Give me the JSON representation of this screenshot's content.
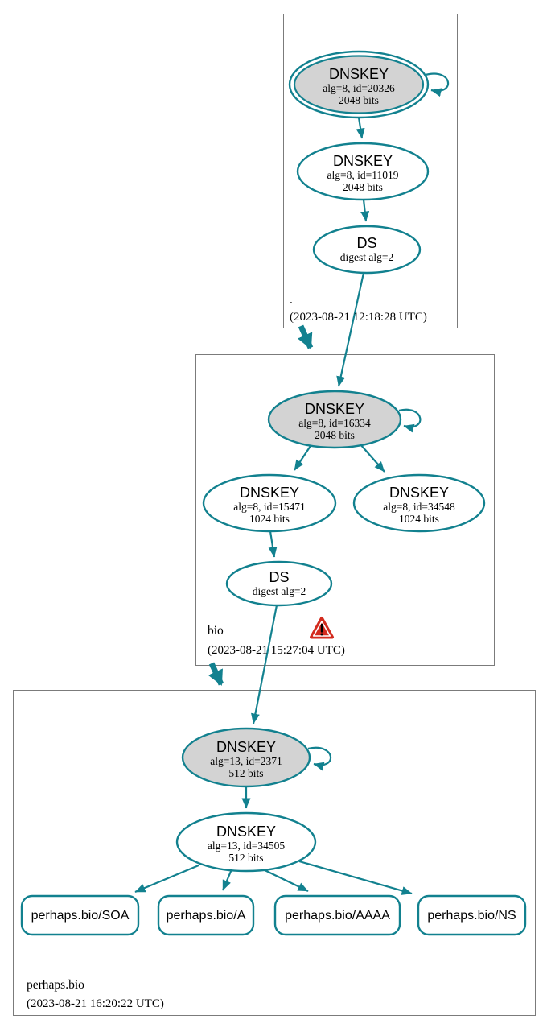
{
  "colors": {
    "edge_secure": "#12818f",
    "ksk_fill": "#d3d3d3",
    "zone_box_border": "#7b7b7b",
    "warning_red": "#d32b1e"
  },
  "zones": {
    "root": {
      "label": ".",
      "timestamp": "(2023-08-21 12:18:28 UTC)",
      "ksk": {
        "title": "DNSKEY",
        "line1": "alg=8, id=20326",
        "line2": "2048 bits"
      },
      "zsk": {
        "title": "DNSKEY",
        "line1": "alg=8, id=11019",
        "line2": "2048 bits"
      },
      "ds": {
        "title": "DS",
        "line1": "digest alg=2"
      }
    },
    "bio": {
      "label": "bio",
      "timestamp": "(2023-08-21 15:27:04 UTC)",
      "warning_icon": "warning-triangle",
      "ksk": {
        "title": "DNSKEY",
        "line1": "alg=8, id=16334",
        "line2": "2048 bits"
      },
      "zsk1": {
        "title": "DNSKEY",
        "line1": "alg=8, id=15471",
        "line2": "1024 bits"
      },
      "zsk2": {
        "title": "DNSKEY",
        "line1": "alg=8, id=34548",
        "line2": "1024 bits"
      },
      "ds": {
        "title": "DS",
        "line1": "digest alg=2"
      }
    },
    "perhaps_bio": {
      "label": "perhaps.bio",
      "timestamp": "(2023-08-21 16:20:22 UTC)",
      "ksk": {
        "title": "DNSKEY",
        "line1": "alg=13, id=2371",
        "line2": "512 bits"
      },
      "zsk": {
        "title": "DNSKEY",
        "line1": "alg=13, id=34505",
        "line2": "512 bits"
      },
      "records": [
        {
          "label": "perhaps.bio/SOA"
        },
        {
          "label": "perhaps.bio/A"
        },
        {
          "label": "perhaps.bio/AAAA"
        },
        {
          "label": "perhaps.bio/NS"
        }
      ]
    }
  }
}
